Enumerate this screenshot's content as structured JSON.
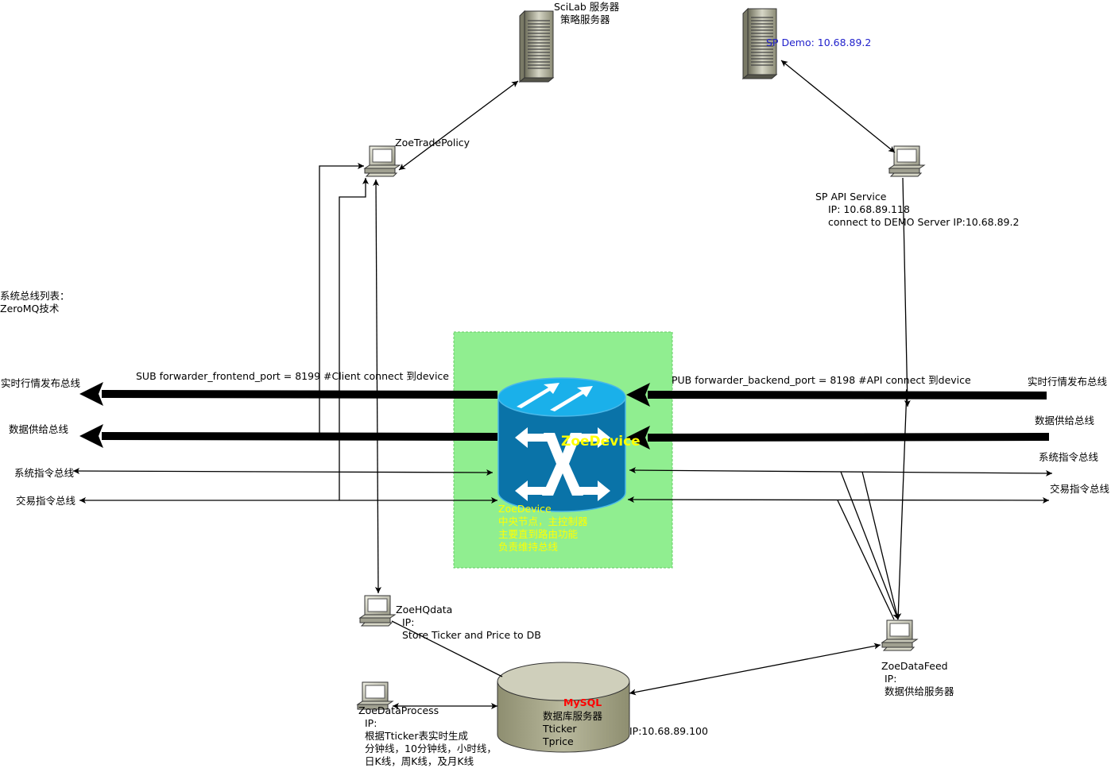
{
  "servers": {
    "scilab": {
      "line1": "SciLab 服务器",
      "line2": "策略服务器"
    },
    "sp_demo": {
      "label": "SP Demo: 10.68.89.2"
    }
  },
  "nodes": {
    "trade_policy": {
      "label": "ZoeTradePolicy"
    },
    "sp_api": {
      "line1": "SP API Service",
      "line2": "IP: 10.68.89.118",
      "line3": "connect to DEMO Server IP:10.68.89.2"
    },
    "hqdata": {
      "line1": "ZoeHQdata",
      "line2": "IP:",
      "line3": "Store Ticker and Price to DB"
    },
    "datafeed": {
      "line1": "ZoeDataFeed",
      "line2": "IP:",
      "line3": "数据供给服务器"
    },
    "dataprocess": {
      "line1": "ZoeDataProcess",
      "line2": "IP:",
      "line3": "根据Tticker表实时生成",
      "line4": "分钟线，10分钟线，小时线，",
      "line5": "日K线，周K线，及月K线"
    }
  },
  "bus_list": {
    "line1": "系统总线列表：",
    "line2": "ZeroMQ技术"
  },
  "device": {
    "icon_label": "ZoeDevice",
    "desc1": "ZoeDevice",
    "desc2": "中央节点，主控制器",
    "desc3": "主要直到路由功能",
    "desc4": "负责维持总线"
  },
  "ports": {
    "frontend": "SUB forwarder_frontend_port  = 8199  #Client connect 到device",
    "backend": "PUB  forwarder_backend_port  = 8198   #API connect  到device"
  },
  "buses_left": {
    "realtime": "实时行情发布总线",
    "datasupply": "数据供给总线",
    "syscmd": "系统指令总线",
    "tradecmd": "交易指令总线"
  },
  "buses_right": {
    "realtime": "实时行情发布总线",
    "datasupply": "数据供给总线",
    "syscmd": "系统指令总线",
    "tradecmd": "交易指令总线"
  },
  "database": {
    "name": "MySQL",
    "line1": "数据库服务器",
    "line2": "Tticker",
    "line3": "Tprice",
    "ip": "IP:10.68.89.100"
  },
  "colors": {
    "device_area": "#90ee90",
    "switch_blue": "#0a73a8",
    "switch_top": "#1ab0ea",
    "db_body": "#a8a888",
    "db_top": "#cfcfbb",
    "device_text": "#ffff00",
    "sp_demo_text": "#2222cc",
    "mysql_text": "#ff0000"
  }
}
